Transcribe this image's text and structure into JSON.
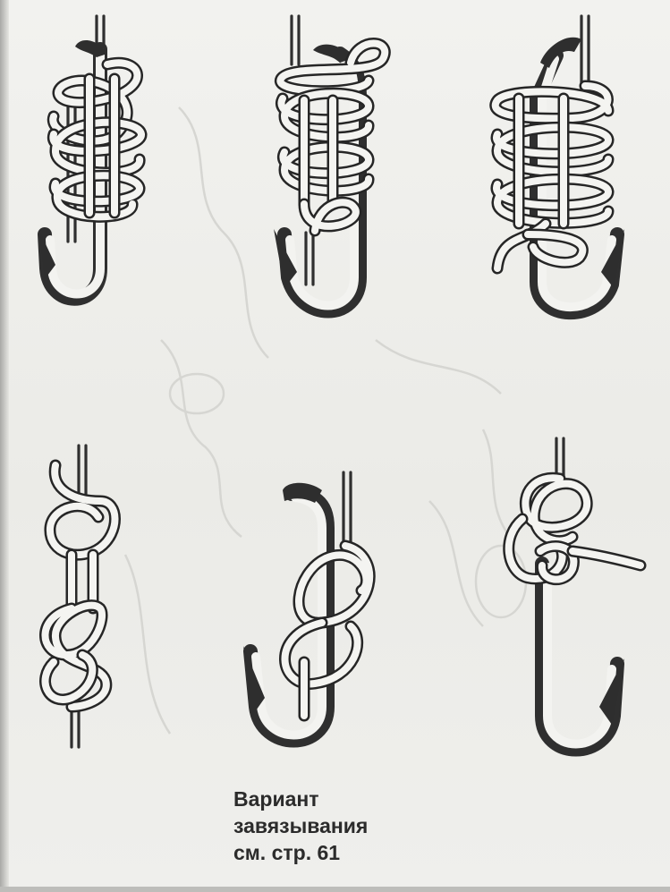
{
  "caption": {
    "line1": "Вариант",
    "line2": "завязывания",
    "line3": "см. стр. 61"
  },
  "figures": [
    {
      "name": "hook-knot-step-1",
      "type": "snell-wraps-hook"
    },
    {
      "name": "hook-knot-step-2",
      "type": "snell-wraps-hook"
    },
    {
      "name": "hook-knot-step-3",
      "type": "snell-wraps-hook"
    },
    {
      "name": "figure-eight-line-knot",
      "type": "line-knot"
    },
    {
      "name": "figure-eight-hook-knot",
      "type": "hook-knot"
    },
    {
      "name": "loop-knot-on-hook",
      "type": "hook-knot"
    }
  ]
}
